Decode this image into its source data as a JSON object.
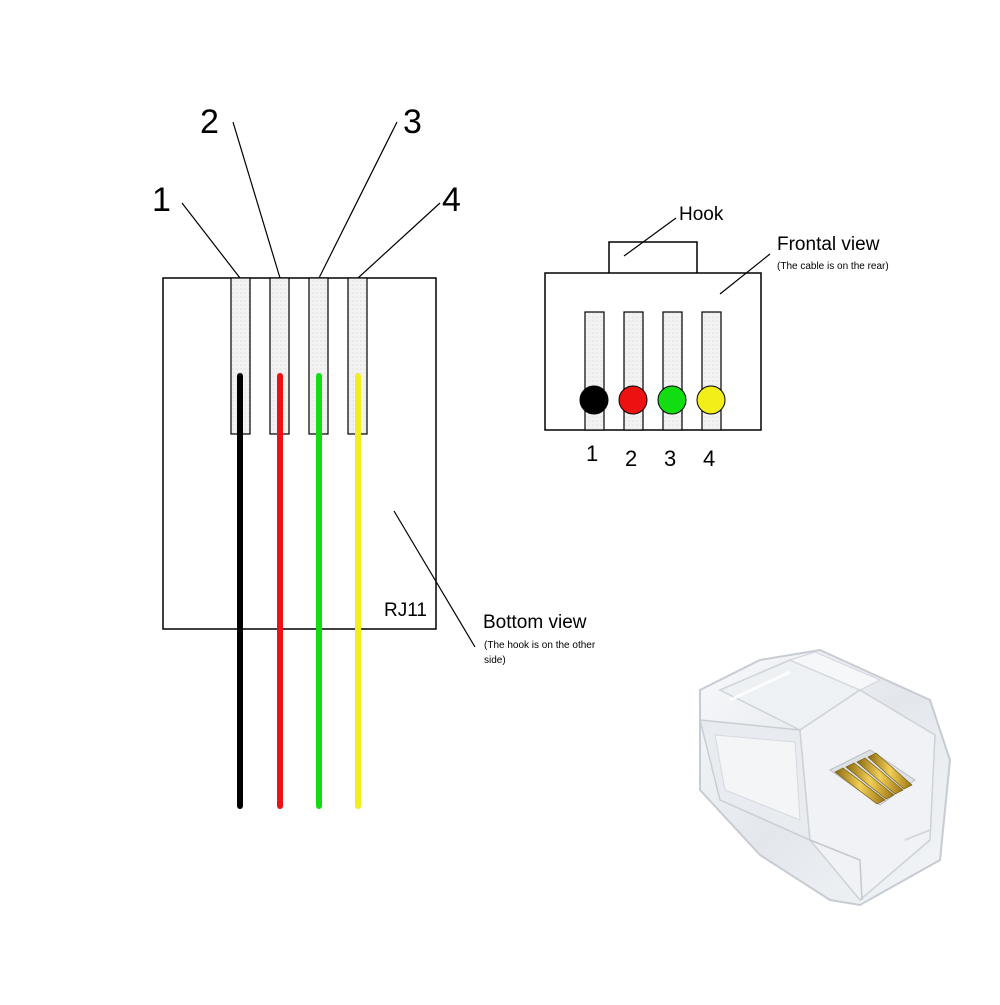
{
  "bottom_view": {
    "pin_numbers": [
      "1",
      "2",
      "3",
      "4"
    ],
    "model_label": "RJ11",
    "title": "Bottom view",
    "note_line1": "(The hook is on the other",
    "note_line2": "side)"
  },
  "front_view": {
    "hook_label": "Hook",
    "title": "Frontal view",
    "note": "(The cable is on the rear)",
    "pin_numbers": [
      "1",
      "2",
      "3",
      "4"
    ]
  },
  "wires": [
    {
      "pin": "1",
      "color": "#000000"
    },
    {
      "pin": "2",
      "color": "#ee1111"
    },
    {
      "pin": "3",
      "color": "#11dd11"
    },
    {
      "pin": "4",
      "color": "#f2ee1a"
    }
  ],
  "photo": {
    "description_icon": "rj11-connector-photo"
  }
}
